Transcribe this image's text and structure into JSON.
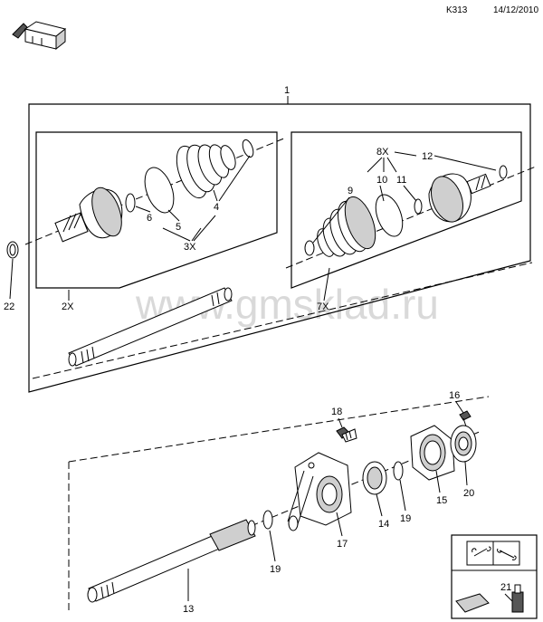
{
  "header": {
    "code": "K313",
    "date": "14/12/2010"
  },
  "watermark": "www.gmsklad.ru",
  "callouts": {
    "c1": "1",
    "c2x": "2X",
    "c3x": "3X",
    "c4": "4",
    "c5": "5",
    "c6": "6",
    "c7x": "7X",
    "c8x": "8X",
    "c9": "9",
    "c10": "10",
    "c11": "11",
    "c12": "12",
    "c13": "13",
    "c14": "14",
    "c15": "15",
    "c16": "16",
    "c17": "17",
    "c18": "18",
    "c19a": "19",
    "c19b": "19",
    "c20": "20",
    "c21": "21",
    "c22": "22"
  },
  "icons": {
    "corner": "car-front-arrow-icon",
    "manual": "service-manual-wrench-icon",
    "lubricant": "grease-tube-icon"
  }
}
